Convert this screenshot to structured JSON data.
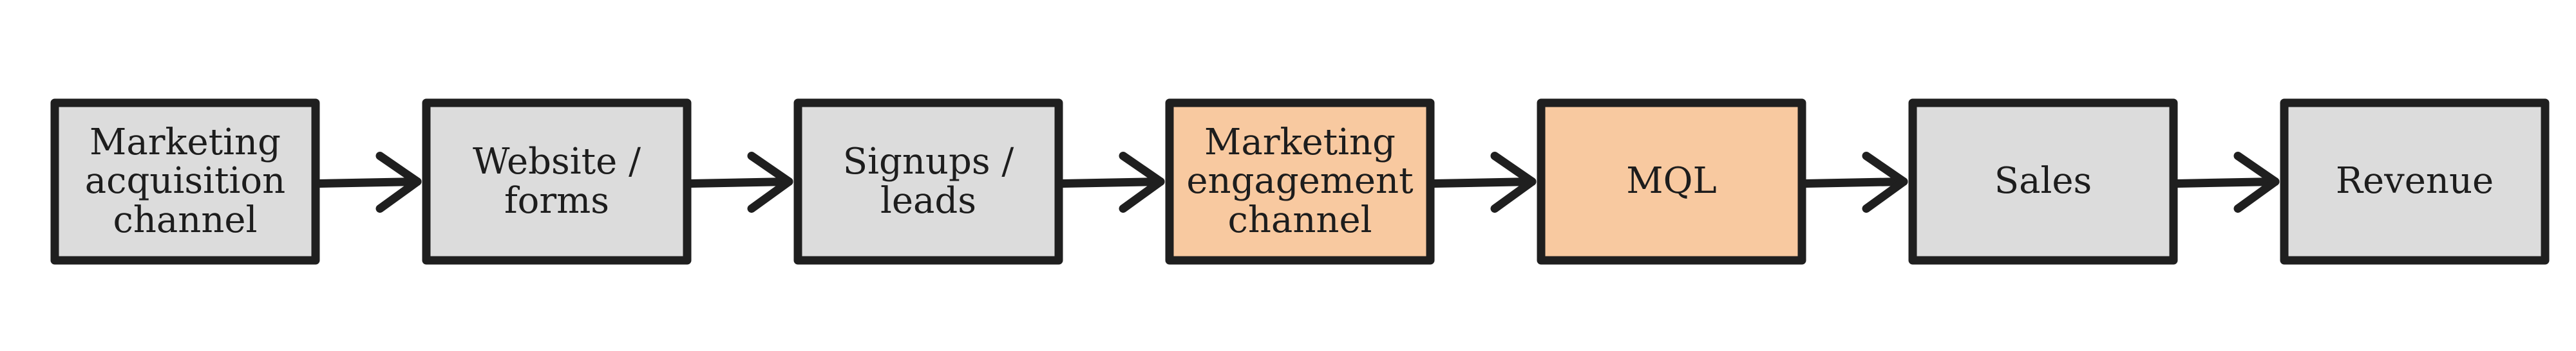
{
  "diagram": {
    "type": "flowchart",
    "direction": "left-to-right",
    "colors": {
      "neutral_fill": "#dcdcdc",
      "highlight_fill": "#f8c9a0",
      "stroke": "#1f1f1f"
    },
    "nodes": [
      {
        "id": "marketing-acquisition-channel",
        "label": "Marketing\nacquisition\nchannel",
        "highlight": false
      },
      {
        "id": "website-forms",
        "label": "Website /\nforms",
        "highlight": false
      },
      {
        "id": "signups-leads",
        "label": "Signups /\nleads",
        "highlight": false
      },
      {
        "id": "marketing-engagement-channel",
        "label": "Marketing\nengagement\nchannel",
        "highlight": true
      },
      {
        "id": "mql",
        "label": "MQL",
        "highlight": true
      },
      {
        "id": "sales",
        "label": "Sales",
        "highlight": false
      },
      {
        "id": "revenue",
        "label": "Revenue",
        "highlight": false
      }
    ],
    "edges": [
      {
        "from": "marketing-acquisition-channel",
        "to": "website-forms"
      },
      {
        "from": "website-forms",
        "to": "signups-leads"
      },
      {
        "from": "signups-leads",
        "to": "marketing-engagement-channel"
      },
      {
        "from": "marketing-engagement-channel",
        "to": "mql"
      },
      {
        "from": "mql",
        "to": "sales"
      },
      {
        "from": "sales",
        "to": "revenue"
      }
    ]
  }
}
